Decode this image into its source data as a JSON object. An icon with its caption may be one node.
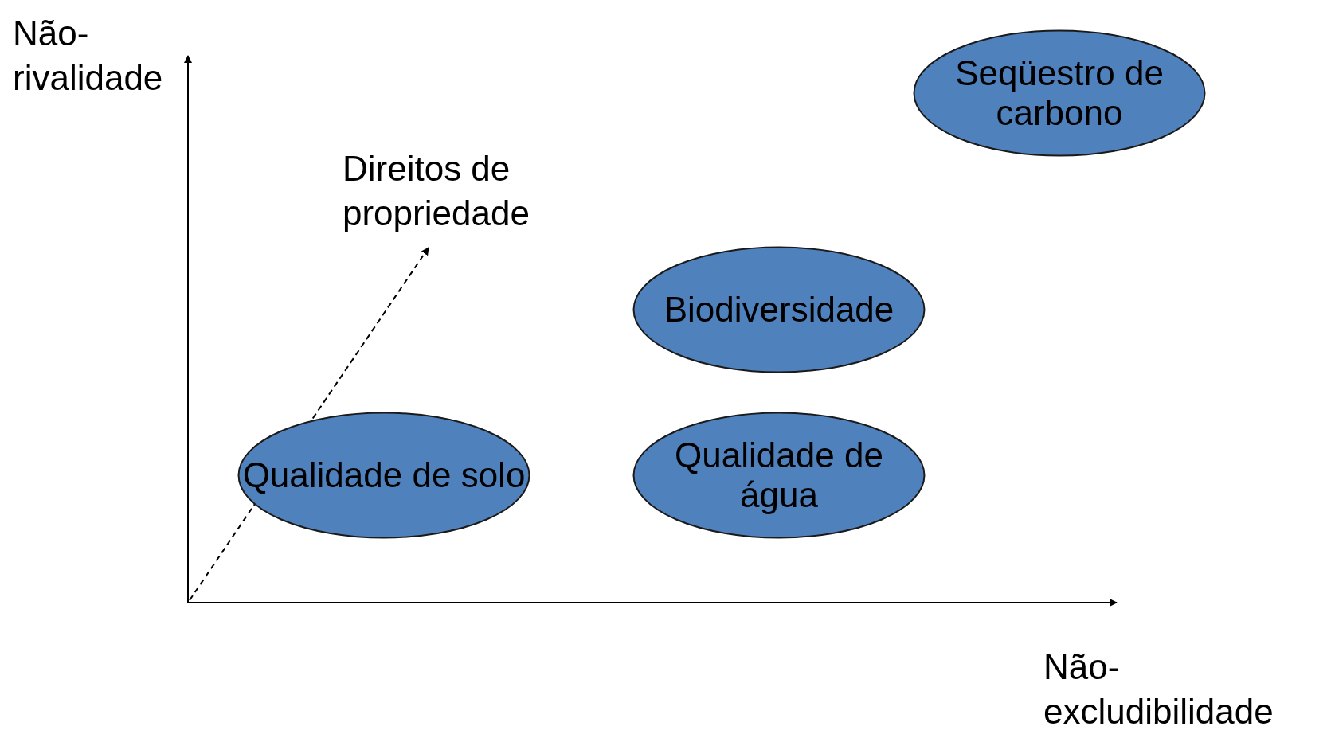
{
  "diagram": {
    "nodes": [
      {
        "text": [
          "Seqüestro de carbono"
        ]
      },
      {
        "text": [
          "Biodiversidade"
        ]
      },
      {
        "text": [
          "Qualidade de solo"
        ]
      },
      {
        "text": [
          "Qualidade de água"
        ]
      }
    ],
    "edges": [],
    "labels": [
      "Não- rivalidade",
      "Direitos de propriedade",
      "Não- excludibilidade"
    ]
  }
}
